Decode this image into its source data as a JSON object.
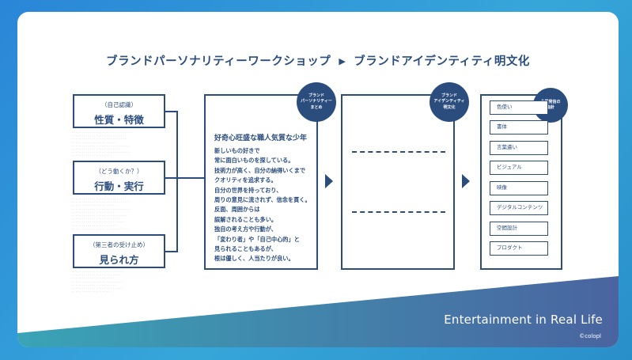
{
  "title": {
    "left": "ブランドパーソナリティーワークショップ",
    "right": "ブランドアイデンティティ明文化"
  },
  "left_boxes": [
    {
      "sub": "（自己認識）",
      "main": "性質・特徴"
    },
    {
      "sub": "（どう動くか？）",
      "main": "行動・実行"
    },
    {
      "sub": "（第三者の受け止め）",
      "main": "見られ方"
    }
  ],
  "panel1": {
    "badge": [
      "ブランド",
      "パーソナリティー",
      "まとめ"
    ],
    "headline": "好奇心旺盛な職人気質な少年",
    "lines": [
      "新しいもの好きで",
      "常に面白いものを探している。",
      "技術力が高く、自分の納得いくまで",
      "クオリティを追求する。",
      "自分の世界を持っており、",
      "周りの意見に流されず、信念を貫く。",
      "反面、周囲からは",
      "誤解されることも多い。",
      "独自の考え方や行動が、",
      "「変わり者」や「自己中心的」と",
      "見られることもあるが、",
      "根は優しく、人当たりが良い。"
    ]
  },
  "panel2": {
    "badge": [
      "ブランド",
      "アイデンティティ",
      "明文化"
    ]
  },
  "panel3": {
    "badge": [
      "企業発信の",
      "指針"
    ],
    "items": [
      "色使い",
      "書体",
      "言葉遣い",
      "ビジュアル",
      "映像",
      "デジタルコンテンツ",
      "空間設計",
      "プロダクト"
    ]
  },
  "footer": {
    "tagline": "Entertainment in Real Life",
    "copyright": "©colopl"
  },
  "colors": {
    "navy": "#2b4d7e",
    "background_blue": "#2a86d8",
    "footer_gradient_start": "#3aa4b6",
    "footer_gradient_end": "#4a64a0"
  }
}
